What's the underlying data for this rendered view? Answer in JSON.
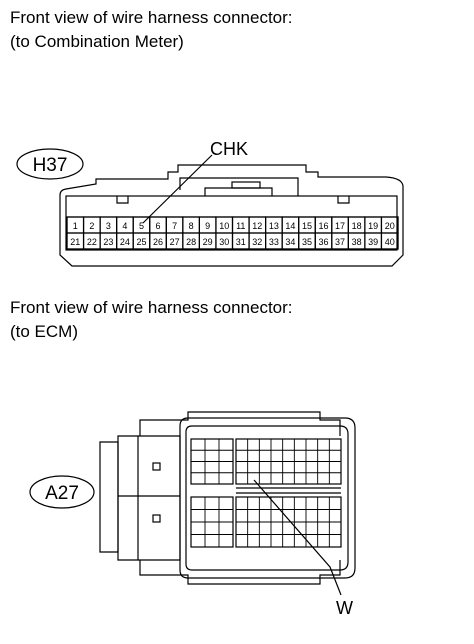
{
  "meter_section": {
    "caption_line1": "Front view of wire harness connector:",
    "caption_line2": "(to Combination Meter)",
    "connector_id": "H37",
    "callout": "CHK",
    "pins_row1": [
      "1",
      "2",
      "3",
      "4",
      "5",
      "6",
      "7",
      "8",
      "9",
      "10",
      "11",
      "12",
      "13",
      "14",
      "15",
      "16",
      "17",
      "18",
      "19",
      "20"
    ],
    "pins_row2": [
      "21",
      "22",
      "23",
      "24",
      "25",
      "26",
      "27",
      "28",
      "29",
      "30",
      "31",
      "32",
      "33",
      "34",
      "35",
      "36",
      "37",
      "38",
      "39",
      "40"
    ]
  },
  "ecm_section": {
    "caption_line1": "Front view of wire harness connector:",
    "caption_line2": "(to ECM)",
    "connector_id": "A27",
    "callout": "W"
  }
}
